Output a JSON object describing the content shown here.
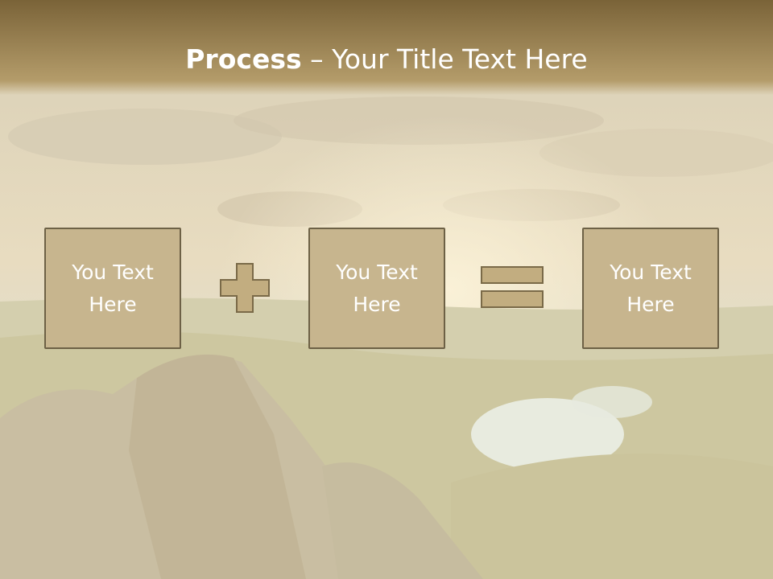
{
  "slide": {
    "title_bold": "Process",
    "title_rest": " – Your Title Text Here"
  },
  "boxes": [
    {
      "label": "You Text\nHere"
    },
    {
      "label": "You Text\nHere"
    },
    {
      "label": "You Text\nHere"
    }
  ],
  "operators": [
    {
      "icon": "plus-icon"
    },
    {
      "icon": "equals-icon"
    }
  ],
  "colors": {
    "header_dark": "#7a6338",
    "header_light": "#b49c6a",
    "box_fill": "#c7b58e",
    "box_border": "#6d6146",
    "operator_fill": "#c2ad80",
    "operator_border": "#7a6a48",
    "title_text": "#ffffff",
    "box_text": "#ffffff"
  }
}
